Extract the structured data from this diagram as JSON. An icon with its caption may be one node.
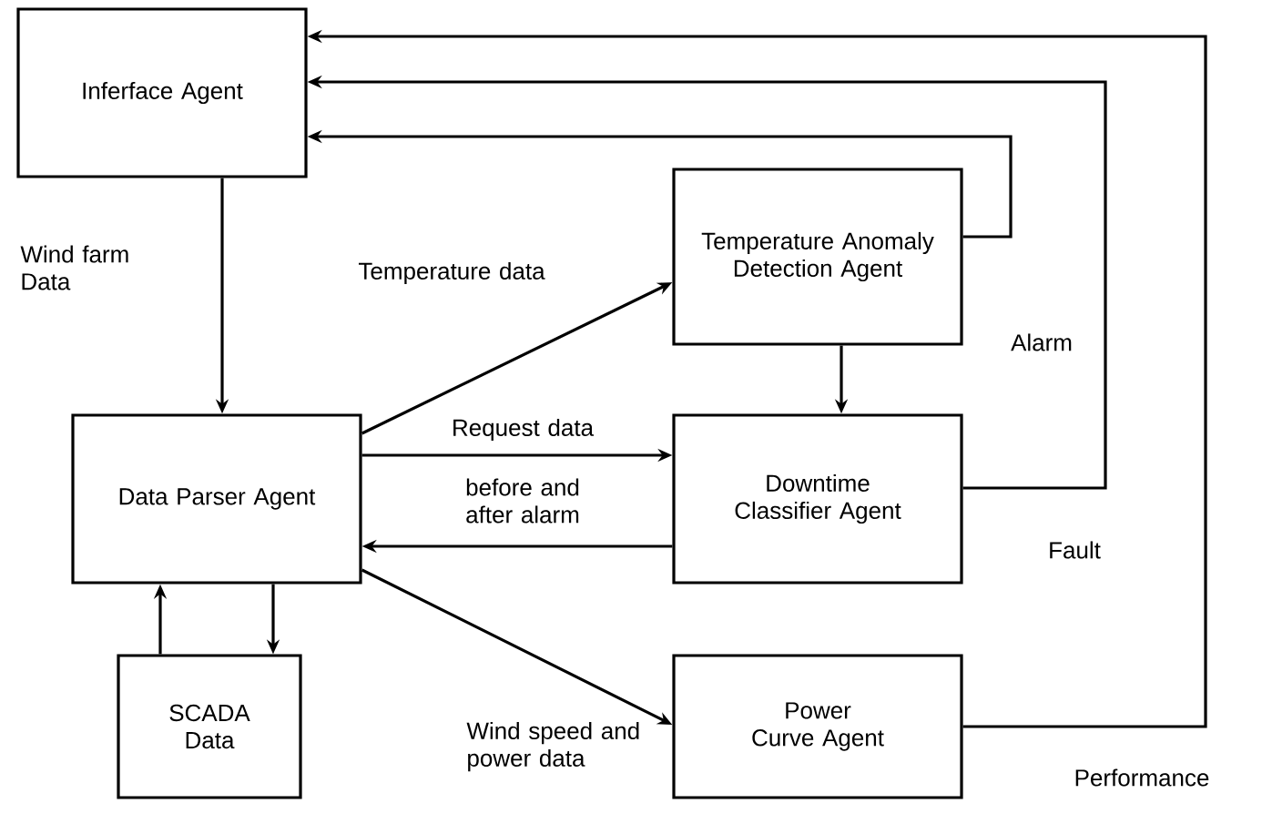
{
  "diagram": {
    "nodes": [
      {
        "text": [
          "Inferface Agent"
        ]
      },
      {
        "text": [
          "Data Parser Agent"
        ]
      },
      {
        "text": [
          "SCADA Data"
        ]
      },
      {
        "text": [
          "Temperature Anomaly Detection Agent"
        ]
      },
      {
        "text": [
          "Downtime Classifier Agent"
        ]
      },
      {
        "text": [
          "Power Curve Agent"
        ]
      }
    ],
    "edges": [
      {
        "from": 0,
        "to": 1,
        "arrow": "to",
        "label": "Wind farm Data"
      },
      {
        "from": 1,
        "to": 3,
        "arrow": "to",
        "label": "Temperature data"
      },
      {
        "from": 1,
        "to": 4,
        "arrow": "to",
        "label": "Request data"
      },
      {
        "from": 4,
        "to": 1,
        "arrow": "to",
        "label": "before and after alarm"
      },
      {
        "from": 1,
        "to": 5,
        "arrow": "to",
        "label": "Wind speed and power data"
      },
      {
        "from": 2,
        "to": 1,
        "arrow": "to"
      },
      {
        "from": 1,
        "to": 2,
        "arrow": "to"
      },
      {
        "from": 3,
        "to": 4,
        "arrow": "to"
      },
      {
        "from": 3,
        "to": 0,
        "arrow": "to",
        "label": "Alarm"
      },
      {
        "from": 4,
        "to": 0,
        "arrow": "to",
        "label": "Fault"
      },
      {
        "from": 5,
        "to": 0,
        "arrow": "to",
        "label": "Performance"
      }
    ]
  }
}
